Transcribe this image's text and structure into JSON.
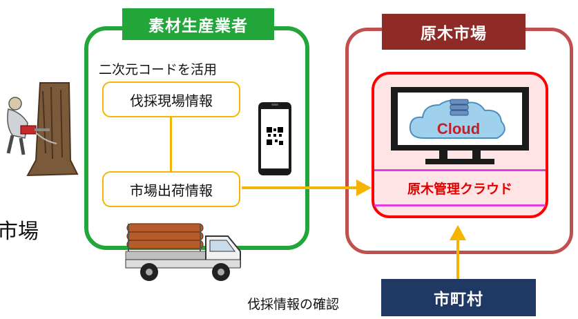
{
  "producer": {
    "title": "素材生産業者",
    "qr_label": "二次元コードを活用",
    "harvest_site_info": "伐採現場情報",
    "shipment_info": "市場出荷情報",
    "color": "#22a63a"
  },
  "market": {
    "title": "原木市場",
    "cloud_label": "Cloud",
    "cloud_management": "原木管理クラウド",
    "color": "#c0504d"
  },
  "municipality": {
    "title": "市町村",
    "confirm_label": "伐採情報の確認",
    "color": "#1f3864"
  },
  "left_partial_text": "市場",
  "arrow_color": "#f5b400"
}
